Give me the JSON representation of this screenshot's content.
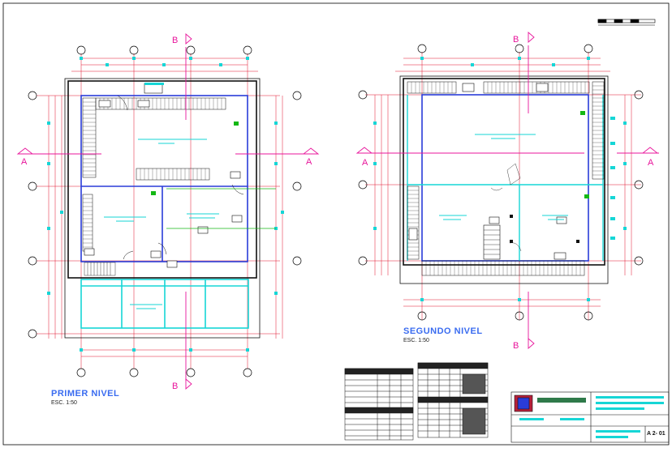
{
  "plans": {
    "first": {
      "title": "PRIMER NIVEL",
      "scale": "ESC. 1:50"
    },
    "second": {
      "title": "SEGUNDO NIVEL",
      "scale": "ESC. 1:50"
    }
  },
  "section_marks": {
    "a": "A",
    "b": "B"
  },
  "sheet_code": "A 2- 01",
  "colors": {
    "wall": "#111111",
    "dimension": "#e0102a",
    "cyan": "#16d6d6",
    "magenta": "#e8159b",
    "blue": "#2a3cd8",
    "green": "#14b814",
    "title": "#3a6cf0"
  }
}
